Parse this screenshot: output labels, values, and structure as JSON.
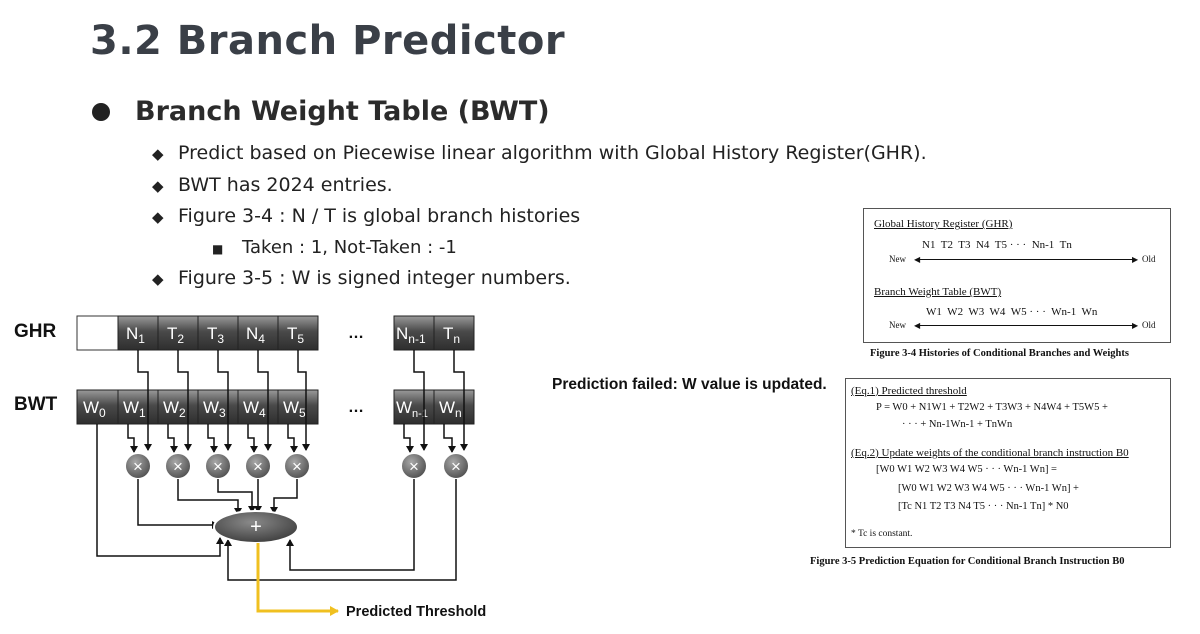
{
  "slide": {
    "title": "3.2 Branch Predictor",
    "bullet": "Branch Weight Table (BWT)",
    "subbullets": [
      "Predict based on Piecewise linear algorithm with Global History Register(GHR).",
      "BWT has 2024 entries.",
      "Figure 3-4 : N / T is global branch histories",
      "Figure 3-5 : W is signed integer numbers."
    ],
    "subsub": "Taken : 1, Not-Taken : -1"
  },
  "diagram": {
    "ghr_label": "GHR",
    "bwt_label": "BWT",
    "ghr_cells": [
      "N1",
      "T2",
      "T3",
      "N4",
      "T5",
      "Nn-1",
      "Tn"
    ],
    "bwt_cells": [
      "W0",
      "W1",
      "W2",
      "W3",
      "W4",
      "W5",
      "Wn-1",
      "Wn"
    ],
    "ellipsis": "…",
    "multiply": "×",
    "plus": "+",
    "output_label": "Predicted Threshold",
    "colors": {
      "cell_dark": "#3e3e3e",
      "cell_light": "#9a9a9a",
      "output_line": "#f0c020"
    }
  },
  "prediction_note": "Prediction failed: W value is updated.",
  "figure34": {
    "ghr_title": "Global History Register (GHR)",
    "ghr_seq": "N1  T2  T3  N4  T5 · · ·  Nn-1  Tn",
    "bwt_title": "Branch Weight Table (BWT)",
    "bwt_seq": "W1  W2  W3  W4  W5 · · ·  Wn-1  Wn",
    "new": "New",
    "old": "Old",
    "caption": "Figure 3-4    Histories of Conditional Branches and Weights"
  },
  "figure35": {
    "eq1_title": "(Eq.1) Predicted threshold",
    "eq1_line1": "P = W0 + N1W1 + T2W2 + T3W3 + N4W4 + T5W5 +",
    "eq1_line2": "· · · + Nn-1Wn-1 + TnWn",
    "eq2_title": "(Eq.2) Update weights of the conditional branch instruction B0",
    "eq2_line1": "[W0 W1 W2 W3 W4 W5 · · · Wn-1 Wn] =",
    "eq2_line2": "[W0 W1 W2 W3 W4 W5 · · · Wn-1 Wn] +",
    "eq2_line3": "[Tc N1 T2 T3 N4 T5 · · · Nn-1 Tn] * N0",
    "note": "* Tc is constant.",
    "caption": "Figure 3-5    Prediction Equation for Conditional Branch Instruction B0"
  }
}
